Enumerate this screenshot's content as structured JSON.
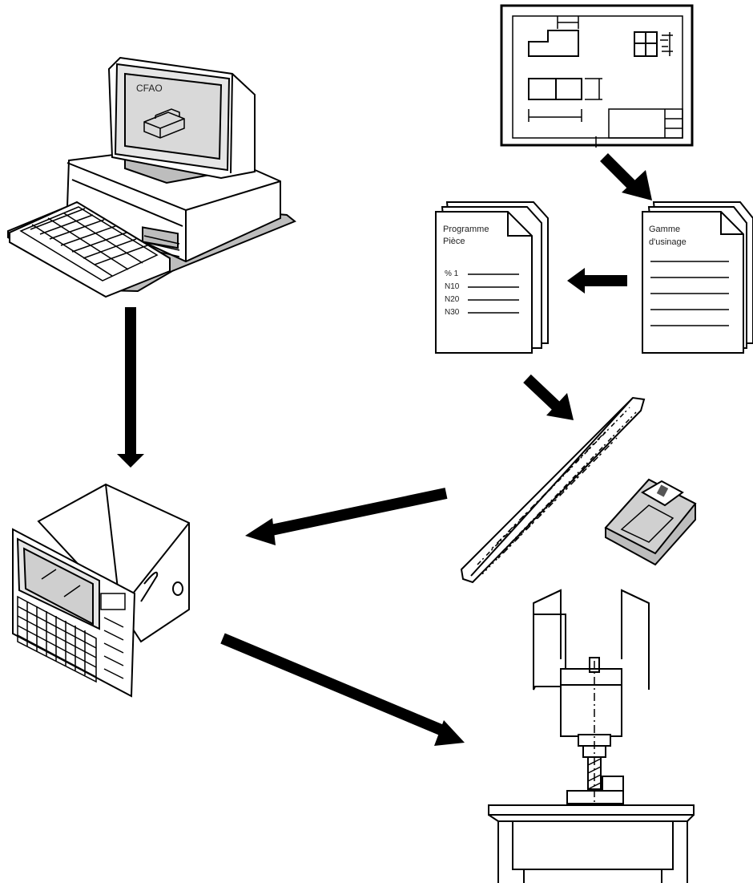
{
  "computer": {
    "screen_label": "CFAO"
  },
  "program_doc": {
    "title_line1": "Programme",
    "title_line2": "Pièce",
    "lines": [
      "% 1",
      "N10",
      "N20",
      "N30"
    ]
  },
  "gamme_doc": {
    "title_line1": "Gamme",
    "title_line2": "d'usinage"
  },
  "colors": {
    "ink": "#000000",
    "paper": "#ffffff",
    "shade": "#bdbdbd"
  }
}
